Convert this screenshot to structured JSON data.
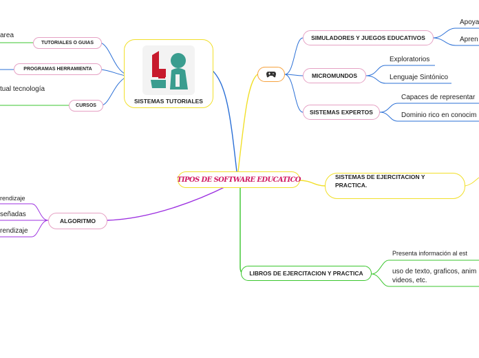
{
  "center": {
    "title": "TIPOS DE SOFTWARE EDUCATICO"
  },
  "left": {
    "tutoriales": {
      "title": "SISTEMAS TUTORIALES"
    },
    "tutoriales_guias": {
      "label": "TUTORIALES O GUIAS",
      "leaf": "area"
    },
    "programas": {
      "label": "PROGRAMAS HERRAMIENTA"
    },
    "cursos": {
      "label": "CURSOS",
      "leaf": "tual tecnología"
    },
    "algoritmo": {
      "label": "ALGORITMO",
      "leaves": [
        "rendizaje",
        "señadas",
        "rendizaje"
      ]
    }
  },
  "right": {
    "gamepad": {
      "icon": "gamepad-icon"
    },
    "simuladores": {
      "label": "SIMULADORES Y JUEGOS EDUCATIVOS",
      "leaves": [
        "Apoya",
        "Apren"
      ]
    },
    "micromundos": {
      "label": "MICROMUNDOS",
      "leaves": [
        "Exploratorios",
        "Lenguaje Sintónico"
      ]
    },
    "expertos": {
      "label": "SISTEMAS EXPERTOS",
      "leaves": [
        "Capaces de representar",
        "Dominio  rico en conocim"
      ]
    },
    "ejercitacion": {
      "label_line1": "SISTEMAS DE EJERCITACION Y",
      "label_line2": "PRACTICA."
    },
    "libros": {
      "label": "LIBROS DE EJERCITACION Y PRACTICA",
      "leaf1": "Presenta información al est",
      "leaf2_line1": "uso de texto, graficos, anim",
      "leaf2_line2": "videos, etc."
    }
  },
  "colors": {
    "blue": "#2a6fd6",
    "green": "#39c52c",
    "yellow": "#f1df28",
    "purple": "#9c2fe0",
    "pink": "#e5a0c3",
    "orange": "#f6a13c",
    "teal": "#3a9d8f",
    "red": "#c7192c"
  }
}
